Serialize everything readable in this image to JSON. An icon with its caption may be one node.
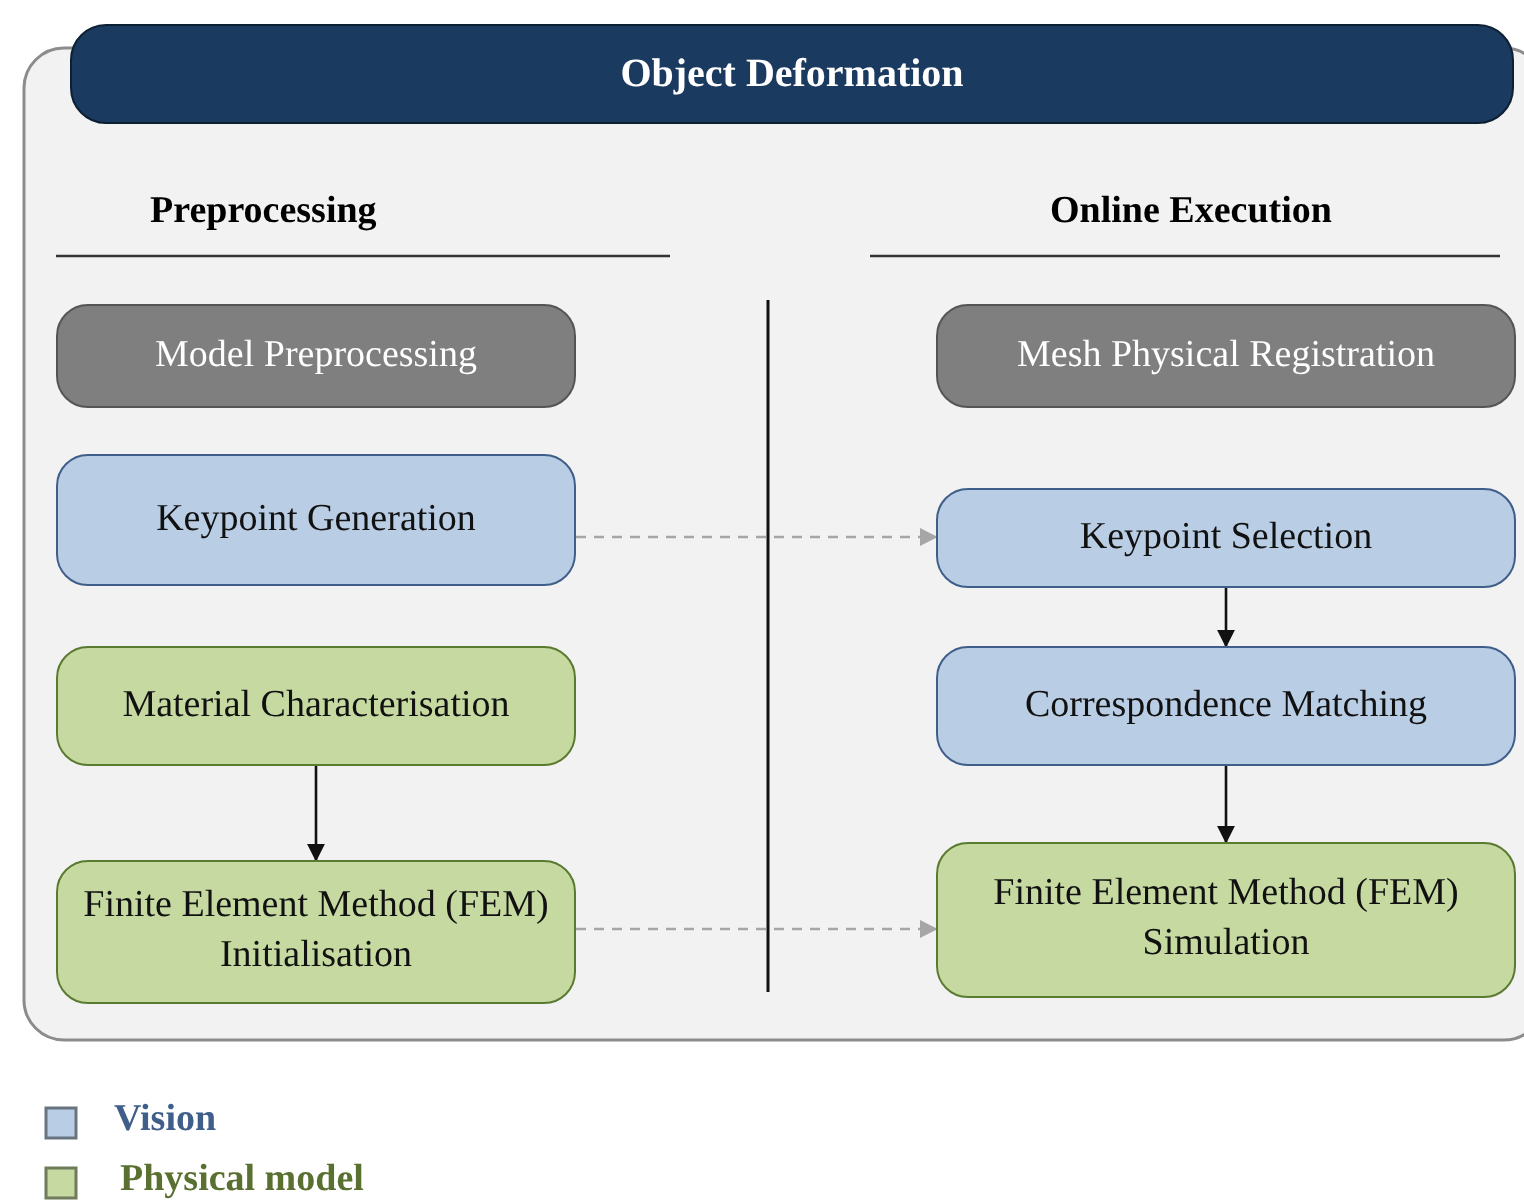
{
  "diagram": {
    "nodes": [
      {
        "text": [
          "Object Deformation"
        ]
      },
      {
        "text": [
          "Model Preprocessing"
        ]
      },
      {
        "text": [
          "Keypoint Generation"
        ]
      },
      {
        "text": [
          "Material Characterisation"
        ]
      },
      {
        "text": [
          "Finite Element Method (FEM) Initialisation"
        ]
      },
      {
        "text": [
          "Mesh Physical Registration"
        ]
      },
      {
        "text": [
          "Keypoint Selection"
        ]
      },
      {
        "text": [
          "Correspondence Matching"
        ]
      },
      {
        "text": [
          "Finite Element Method (FEM) Simulation"
        ]
      }
    ],
    "edges": [
      {
        "from": 2,
        "to": 6,
        "arrow": "to",
        "style": "dashed",
        "color": "#a6a6a6"
      },
      {
        "from": 3,
        "to": 4,
        "arrow": "to"
      },
      {
        "from": 4,
        "to": 8,
        "arrow": "to",
        "style": "dashed",
        "color": "#a6a6a6"
      },
      {
        "from": 6,
        "to": 7,
        "arrow": "to"
      },
      {
        "from": 7,
        "to": 8,
        "arrow": "to"
      }
    ],
    "labels": [
      "Preprocessing",
      "Online Execution"
    ],
    "legend": [
      {
        "text": "Vision",
        "color": "#b9cde4"
      },
      {
        "text": "Physical model",
        "color": "#c5d9a0"
      }
    ]
  }
}
